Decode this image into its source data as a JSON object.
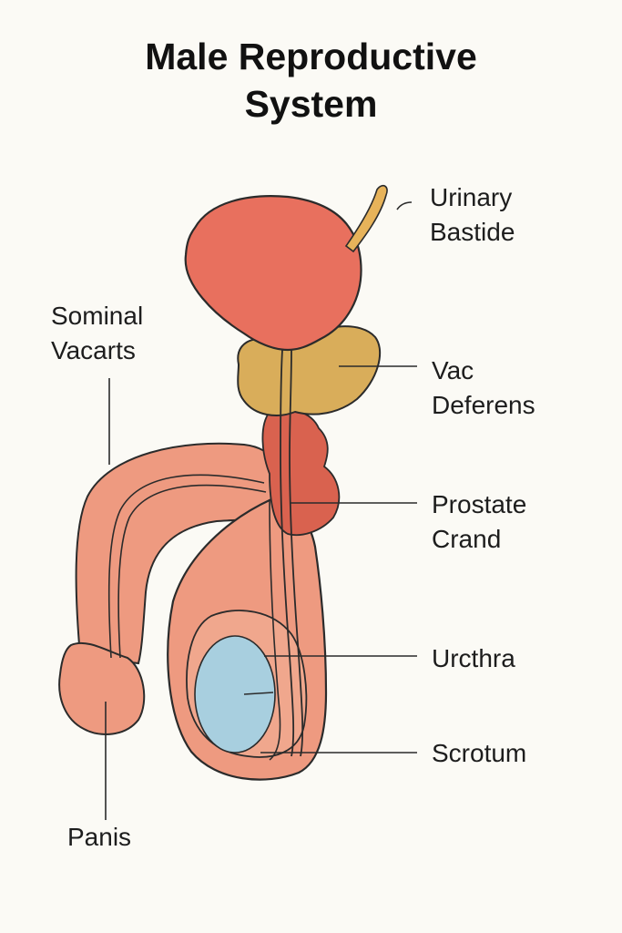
{
  "title": {
    "line1": "Male Reproductive",
    "line2": "System"
  },
  "labels": {
    "urinary_bastide": {
      "line1": "Urinary",
      "line2": "Bastide"
    },
    "sominal_vacarts": {
      "line1": "Sominal",
      "line2": "Vacarts"
    },
    "vac_deferens": {
      "line1": "Vac",
      "line2": "Deferens"
    },
    "prostate_crand": {
      "line1": "Prostate",
      "line2": "Crand"
    },
    "urcthra": {
      "line1": "Urcthra"
    },
    "scrotum": {
      "line1": "Scrotum"
    },
    "panis": {
      "line1": "Panis"
    }
  },
  "colors": {
    "background": "#fbfaf5",
    "bladder": "#e8705e",
    "vesicle": "#d9ad5a",
    "prostate": "#d9624f",
    "penis": "#ee9a80",
    "testis": "#a8cfdf",
    "tube": "#e7b35a",
    "outline": "#2b2b2b"
  }
}
